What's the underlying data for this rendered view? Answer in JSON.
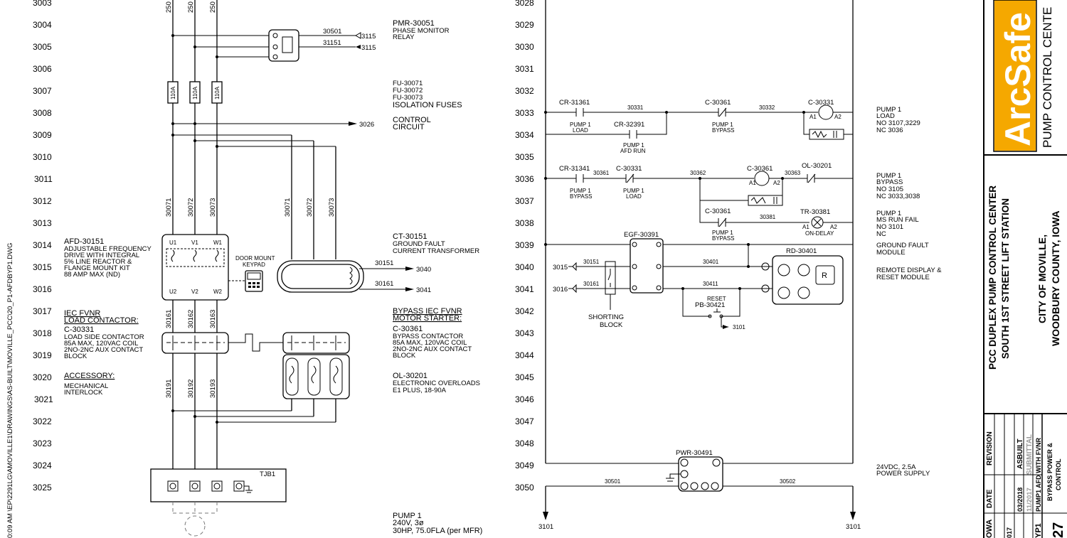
{
  "rungs_left": [
    "3003",
    "3004",
    "3005",
    "3006",
    "3007",
    "3008",
    "3009",
    "3010",
    "3011",
    "3012",
    "3013",
    "3014",
    "3015",
    "3016",
    "3017",
    "3018",
    "3019",
    "3020",
    "3021",
    "3022",
    "3023",
    "3024",
    "3025"
  ],
  "rungs_right": [
    "3028",
    "3029",
    "3030",
    "3031",
    "3032",
    "3033",
    "3034",
    "3035",
    "3036",
    "3037",
    "3038",
    "3039",
    "3040",
    "3041",
    "3042",
    "3043",
    "3044",
    "3045",
    "3046",
    "3047",
    "3048",
    "3049",
    "3050"
  ],
  "left_margin_path": "0:09 AM  \\EP\\2291LG\\AMOVILLE1\\DRAWINGS\\AS-BUILT\\MOVILLE_PCC\\20_P1-AFDBYP1.DWG",
  "top_wires": [
    "250",
    "250",
    "250"
  ],
  "pmr": {
    "tag": "PMR-30051",
    "l1": "PHASE MONITOR",
    "l2": "RELAY",
    "w1": "30501",
    "w2": "31151",
    "r1": "3115",
    "r2": "3115"
  },
  "fuses": {
    "rating": "110A",
    "t1": "FU-30071",
    "t2": "FU-30072",
    "t3": "FU-30073",
    "desc": "ISOLATION FUSES"
  },
  "control": {
    "ref": "3026",
    "l1": "CONTROL",
    "l2": "CIRCUIT"
  },
  "wires_mid": [
    "30071",
    "30072",
    "30073"
  ],
  "wires_right": [
    "30071",
    "30072",
    "30073"
  ],
  "afd": {
    "tag": "AFD-30151",
    "l1": "ADJUSTABLE FREQUENCY",
    "l2": "DRIVE WITH INTEGRAL",
    "l3": "5% LINE REACTOR &",
    "l4": "FLANGE MOUNT KIT",
    "l5": "88 AMP MAX (ND)",
    "u1": "U1",
    "v1": "V1",
    "w1": "W1",
    "u2": "U2",
    "v2": "V2",
    "w2": "W2"
  },
  "keypad": {
    "l1": "DOOR MOUNT",
    "l2": "KEYPAD"
  },
  "ct": {
    "tag": "CT-30151",
    "l1": "GROUND FAULT",
    "l2": "CURRENT TRANSFORMER",
    "w1": "30151",
    "w2": "30161",
    "r1": "3040",
    "r2": "3041"
  },
  "load_contactor": {
    "h1": "IEC FVNR",
    "h2": "LOAD CONTACTOR:",
    "tag": "C-30331",
    "l1": "LOAD SIDE CONTACTOR",
    "l2": "85A MAX, 120VAC COIL",
    "l3": "2NO-2NC AUX CONTACT",
    "l4": "BLOCK"
  },
  "wires_161": [
    "30161",
    "30162",
    "30163"
  ],
  "wires_191": [
    "30191",
    "30192",
    "30193"
  ],
  "accessory": {
    "h": "ACCESSORY:",
    "l1": "MECHANICAL",
    "l2": "INTERLOCK"
  },
  "bypass": {
    "h1": "BYPASS IEC FVNR",
    "h2": "MOTOR STARTER:",
    "tag": "C-30361",
    "l1": "BYPASS CONTACTOR",
    "l2": "85A MAX, 120VAC COIL",
    "l3": "2NO-2NC AUX CONTACT",
    "l4": "BLOCK"
  },
  "ol": {
    "tag": "OL-30201",
    "l1": "ELECTRONIC OVERLOADS",
    "l2": "E1 PLUS, 18-90A"
  },
  "tjb": "TJB1",
  "pump": {
    "l1": "PUMP 1",
    "l2": "240V, 3ø",
    "l3": "30HP, 75.0FLA (per MFR)"
  },
  "ladder": {
    "cr31361": "CR-31361",
    "pump1load": "PUMP 1",
    "load": "LOAD",
    "w30331": "30331",
    "cr32391": "CR-32391",
    "afdrun1": "PUMP 1",
    "afdrun2": "AFD RUN",
    "c30361a": "C-30361",
    "bypass1": "PUMP 1",
    "bypass2": "BYPASS",
    "w30332": "30332",
    "c30331coil": "C-30331",
    "a1": "A1",
    "a2": "A2",
    "cr31341": "CR-31341",
    "w30361": "30361",
    "c30331b": "C-30331",
    "pl1": "PUMP 1",
    "pl2": "LOAD",
    "w30362": "30362",
    "c30361coil": "C-30361",
    "w30363": "30363",
    "ol30201": "OL-30201",
    "c30361b": "C-30361",
    "w30381": "30381",
    "tr30381": "TR-30381",
    "ondelay": "ON-DELAY",
    "egf": "EGF-30391",
    "rd": "RD-30401",
    "r_btn": "R",
    "ref3015": "3015",
    "ref3016": "3016",
    "w30151": "30151",
    "w30161": "30161",
    "w30401": "30401",
    "w30411": "30411",
    "reset": "RESET",
    "pb": "PB-30421",
    "ref3101": "3101",
    "shorting1": "SHORTING",
    "shorting2": "BLOCK",
    "pwr": "PWR-30491",
    "w30501": "30501",
    "w30502": "30502",
    "ps1": "24VDC, 2.5A",
    "ps2": "POWER SUPPLY",
    "bottom_left": "3101",
    "bottom_right": "3101"
  },
  "right_notes": {
    "n1": [
      "PUMP 1",
      "LOAD",
      "NO 3107,3229",
      "NC 3036"
    ],
    "n2": [
      "PUMP 1",
      "BYPASS",
      "NO 3105",
      "NC 3033,3038"
    ],
    "n3": [
      "PUMP 1",
      "MS RUN FAIL",
      "NO 3101",
      "NC"
    ],
    "n4": [
      "GROUND FAULT",
      "MODULE"
    ],
    "n5": [
      "REMOTE DISPLAY &",
      "RESET MODULE"
    ]
  },
  "title_block": {
    "logo": "ArcSafe",
    "logo_sub": "PUMP CONTROL CENTE",
    "project1": "PCC DUPLEX PUMP CONTROL CENTER",
    "project2": "SOUTH 1ST STREET LIFT STATION",
    "client1": "CITY OF MOVILLE,",
    "client2": "WOODBURY COUNTY, IOWA",
    "rev_h": "REVISION",
    "date_h": "DATE",
    "r1_rev": "ASBUILT",
    "r1_date": "03/2018",
    "r2_rev": "SUBMITTAL",
    "r2_date": "11/2017",
    "desc1": "PUMP1 AFD WITH FVNR",
    "desc2": "BYPASS POWER &",
    "desc3": "CONTROL",
    "frag1": "OWA",
    "frag2": "017",
    "frag3": "YP1",
    "frag4": "27"
  }
}
